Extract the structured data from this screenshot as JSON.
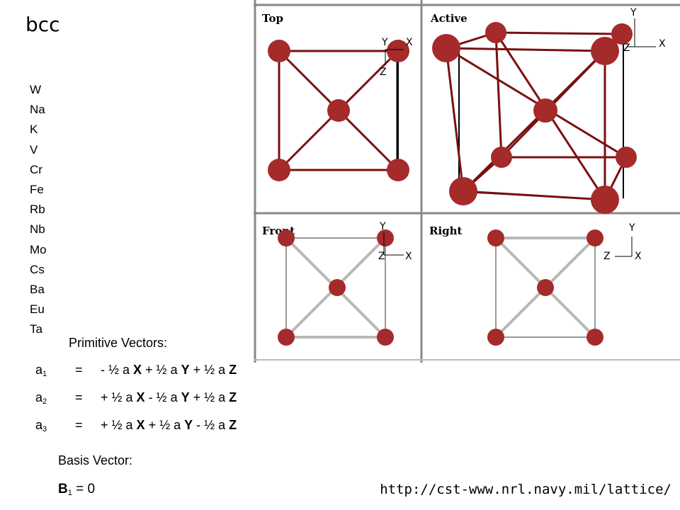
{
  "title": "bcc",
  "elements": [
    "W",
    "Na",
    "K",
    "V",
    "Cr",
    "Fe",
    "Rb",
    "Nb",
    "Mo",
    "Cs",
    "Ba",
    "Eu",
    "Ta"
  ],
  "primitive_vectors": {
    "heading": "Primitive Vectors:",
    "rows": [
      {
        "symbol": "a",
        "index": "1",
        "equals": "=",
        "terms": [
          {
            "t": "- ½ a ",
            "b": "X"
          },
          {
            "t": " + ½ a ",
            "b": "Y"
          },
          {
            "t": " + ½ a ",
            "b": "Z"
          }
        ]
      },
      {
        "symbol": "a",
        "index": "2",
        "equals": "=",
        "terms": [
          {
            "t": "+ ½ a ",
            "b": "X"
          },
          {
            "t": " - ½ a ",
            "b": "Y"
          },
          {
            "t": " + ½ a ",
            "b": "Z"
          }
        ]
      },
      {
        "symbol": "a",
        "index": "3",
        "equals": "=",
        "terms": [
          {
            "t": "+ ½ a ",
            "b": "X"
          },
          {
            "t": " + ½ a ",
            "b": "Y"
          },
          {
            "t": " - ½ a ",
            "b": "Z"
          }
        ]
      }
    ]
  },
  "basis": {
    "heading": "Basis Vector:",
    "symbol": "B",
    "index": "1",
    "value": " = 0"
  },
  "url": "http://cst-www.nrl.navy.mil/lattice/",
  "panels": {
    "top": "Top",
    "active": "Active",
    "front": "Front",
    "right": "Right",
    "axis_x": "X",
    "axis_y": "Y",
    "axis_z": "Z"
  },
  "colors": {
    "atom": "#a52a2a",
    "bond": "#7a1010",
    "light_bond": "#b8b8b8",
    "edge": "#000000"
  }
}
